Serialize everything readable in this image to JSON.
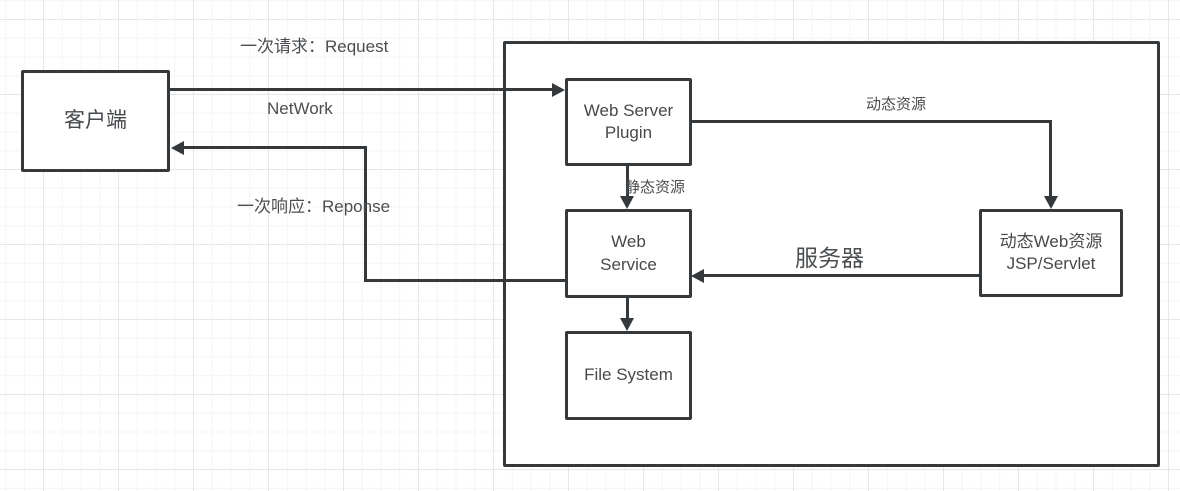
{
  "diagram": {
    "nodes": {
      "client": {
        "label": "客户端"
      },
      "web_server_plugin": {
        "label": "Web Server\nPlugin"
      },
      "web_service": {
        "label": "Web\nService"
      },
      "file_system": {
        "label": "File System"
      },
      "dynamic_web_resource": {
        "label": "动态Web资源\nJSP/Servlet"
      }
    },
    "edge_labels": {
      "request": "一次请求：Request",
      "network": "NetWork",
      "response": "一次响应：Reponse",
      "static_resource": "静态资源",
      "dynamic_resource": "动态资源",
      "server": "服务器"
    },
    "colors": {
      "stroke": "#36393c",
      "node_text": "#46494c",
      "label_text": "#4b4e51",
      "node_fill": "#ffffff",
      "grid_minor": "#f4f4f4",
      "grid_major": "#e7e7e7",
      "background": "#ffffff"
    }
  }
}
